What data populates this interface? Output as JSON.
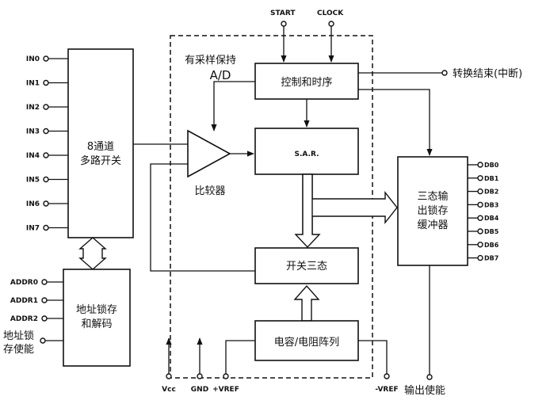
{
  "top_inputs": {
    "start": "START",
    "clock": "CLOCK"
  },
  "analog_inputs": [
    "IN0",
    "IN1",
    "IN2",
    "IN3",
    "IN4",
    "IN5",
    "IN6",
    "IN7"
  ],
  "mux": {
    "line1": "8通道",
    "line2": "多路开关"
  },
  "sample_hold_label": "有采样保持",
  "ad_label": "A/D",
  "control": "控制和时序",
  "comparator": "比较器",
  "sar": "S.A.R.",
  "eoc": "转换结束(中断)",
  "tristate_switch": "开关三态",
  "resistor_array": "电容/电阻阵列",
  "output_buffer": {
    "line1": "三态输",
    "line2": "出锁存",
    "line3": "缓冲器"
  },
  "data_outputs": [
    "DB0",
    "DB1",
    "DB2",
    "DB3",
    "DB4",
    "DB5",
    "DB6",
    "DB7"
  ],
  "address_inputs": [
    "ADDR0",
    "ADDR1",
    "ADDR2"
  ],
  "addr_enable": {
    "line1": "地址锁",
    "line2": "存使能"
  },
  "addr_latch": {
    "line1": "地址锁存",
    "line2": "和解码"
  },
  "power_pins": {
    "vcc": "Vcc",
    "gnd": "GND",
    "vref_pos": "+VREF",
    "vref_neg": "-VREF"
  },
  "output_enable": "输出使能"
}
